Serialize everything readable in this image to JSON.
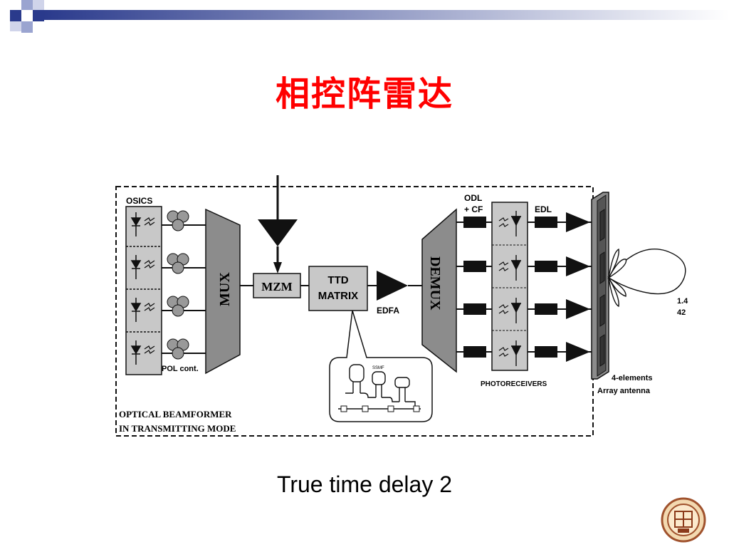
{
  "slide": {
    "title": "相控阵雷达",
    "caption": "True time delay 2"
  },
  "diagram": {
    "osics_label": "OSICS",
    "mux_label": "MUX",
    "pol_label": "POL cont.",
    "mzm_label": "MZM",
    "ttd_line1": "TTD",
    "ttd_line2": "MATRIX",
    "edfa_label": "EDFA",
    "ssmf_label": "SSMF",
    "demux_label": "DEMUX",
    "odl_line1": "ODL",
    "odl_line2": "+ CF",
    "edl_label": "EDL",
    "photoreceivers_label": "PHOTORECEIVERS",
    "antenna_line1": "4-elements",
    "antenna_line2": "Array antenna",
    "mode_line1": "OPTICAL BEAMFORMER",
    "mode_line2": "IN TRANSMITTING MODE",
    "cut_text_1": "1.4",
    "cut_text_2": "42"
  },
  "colors": {
    "title": "#ff0000",
    "box_fill": "#c8c8c8",
    "mux_fill": "#8c8c8c",
    "dark": "#111111",
    "template_blue": "#2a3a8c"
  }
}
